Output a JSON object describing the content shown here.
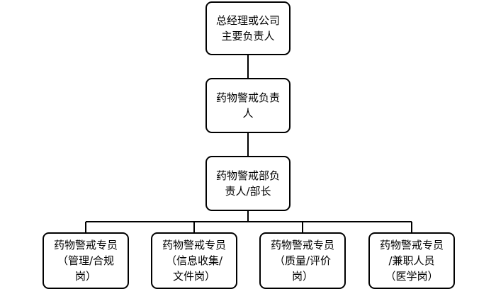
{
  "org_chart": {
    "top": {
      "lines": [
        "总经理或公司",
        "主要负责人"
      ]
    },
    "level2": {
      "lines": [
        "药物警戒负责",
        "人"
      ]
    },
    "level3": {
      "lines": [
        "药物警戒部负",
        "责人/部长"
      ]
    },
    "level4": [
      {
        "lines": [
          "药物警戒专员",
          "（管理/合规",
          "岗）"
        ]
      },
      {
        "lines": [
          "药物警戒专员",
          "（信息收集/",
          "文件岗）"
        ]
      },
      {
        "lines": [
          "药物警戒专员",
          "（质量/评价",
          "岗）"
        ]
      },
      {
        "lines": [
          "药物警戒专员",
          "/兼职人员",
          "（医学岗）"
        ]
      }
    ]
  }
}
